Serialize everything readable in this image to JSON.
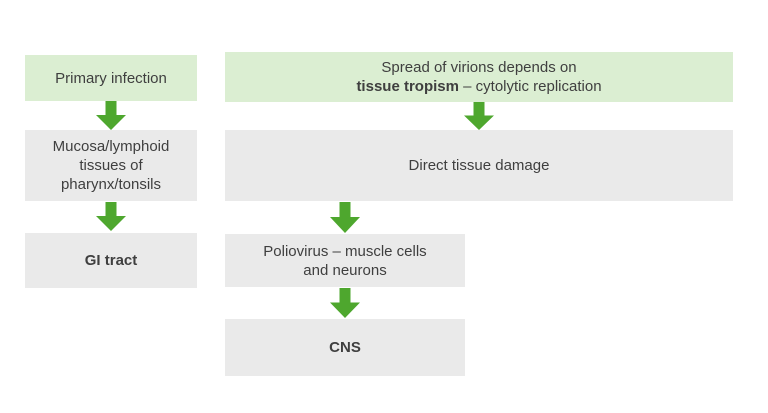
{
  "colors": {
    "green_node_bg": "#dbeed2",
    "gray_node_bg": "#eaeaea",
    "arrow_green": "#4ea72e",
    "text": "#3f3f3f"
  },
  "diagram": {
    "left_column": {
      "primary_infection": "Primary infection",
      "mucosa_line1": "Mucosa/lymphoid",
      "mucosa_line2": "tissues of",
      "mucosa_line3": "pharynx/tonsils",
      "gi_tract": "GI tract"
    },
    "right_column": {
      "spread_line1": "Spread of virions depends on",
      "spread_line2_bold": "tissue tropism",
      "spread_line2_rest": "– cytolytic replication",
      "direct_damage": "Direct tissue damage",
      "polio_line1": "Poliovirus – muscle cells",
      "polio_line2": "and neurons",
      "cns": "CNS"
    }
  }
}
